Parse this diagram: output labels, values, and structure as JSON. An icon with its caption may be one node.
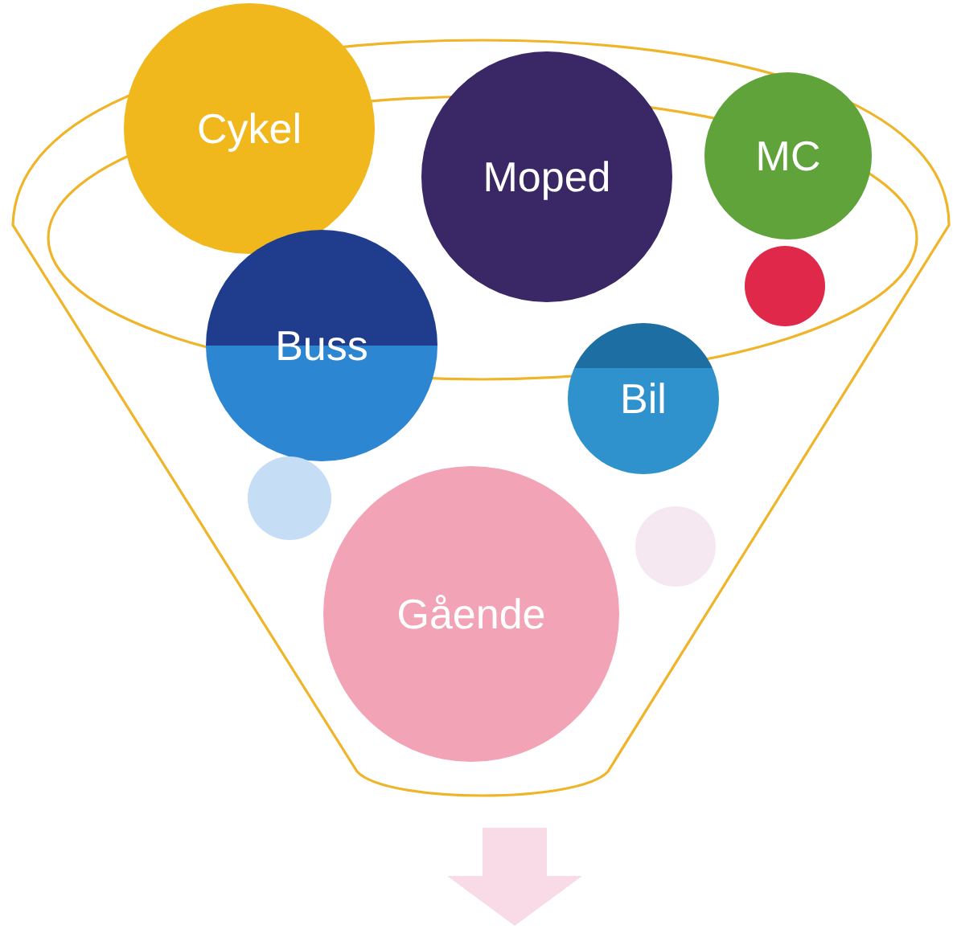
{
  "diagram": {
    "nodes": [
      {
        "text": [
          "Cykel"
        ]
      },
      {
        "text": [
          "Moped"
        ]
      },
      {
        "text": [
          "MC"
        ]
      },
      {
        "text": [
          "Buss"
        ]
      },
      {
        "text": [
          "Bil"
        ]
      },
      {
        "text": [
          "Gående"
        ]
      },
      {
        "text": [],
        "shape": "circle"
      },
      {
        "text": [],
        "shape": "circle"
      },
      {
        "text": [],
        "shape": "circle"
      }
    ]
  }
}
